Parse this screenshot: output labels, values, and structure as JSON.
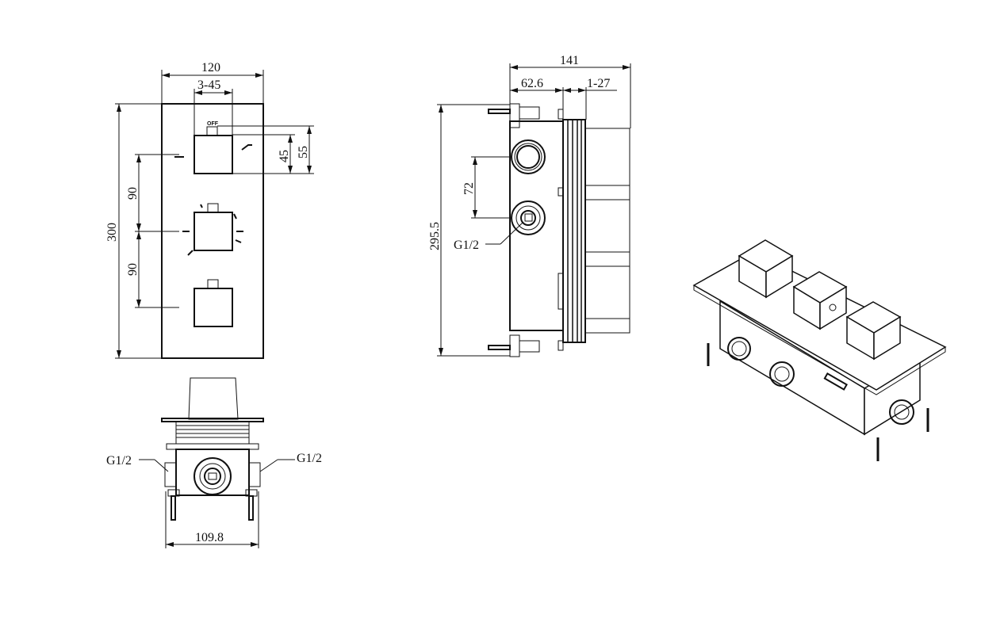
{
  "front_view": {
    "width_dim": "120",
    "handle_dim": "3-45",
    "height_dim": "300",
    "spacing_upper": "90",
    "spacing_lower": "90",
    "handle_height_dim": "45",
    "stem_height_dim": "55",
    "off_label": "OFF"
  },
  "side_view": {
    "depth_dim": "141",
    "plate_offset_dim": "62.6",
    "adjust_dim": "1-27",
    "port_spacing_dim": "72",
    "height_dim": "295.5",
    "port_label": "G1/2"
  },
  "bottom_view": {
    "left_port_label": "G1/2",
    "right_port_label": "G1/2",
    "width_dim": "109.8"
  }
}
